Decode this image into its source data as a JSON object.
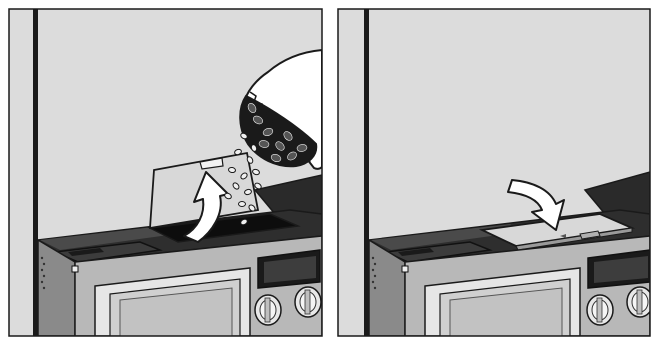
{
  "figure": {
    "panels": [
      {
        "id": "panel-1",
        "step": "open-lid-and-fill-beans"
      },
      {
        "id": "panel-2",
        "step": "close-lid"
      }
    ],
    "colors": {
      "outline": "#1a1a1a",
      "wall": "#dcdcdc",
      "dark_body": "#2a2a2a",
      "mid_gray": "#9a9a9a",
      "light_gray": "#c8c8c8",
      "arrow_fill": "#ffffff",
      "background": "#ffffff"
    }
  }
}
